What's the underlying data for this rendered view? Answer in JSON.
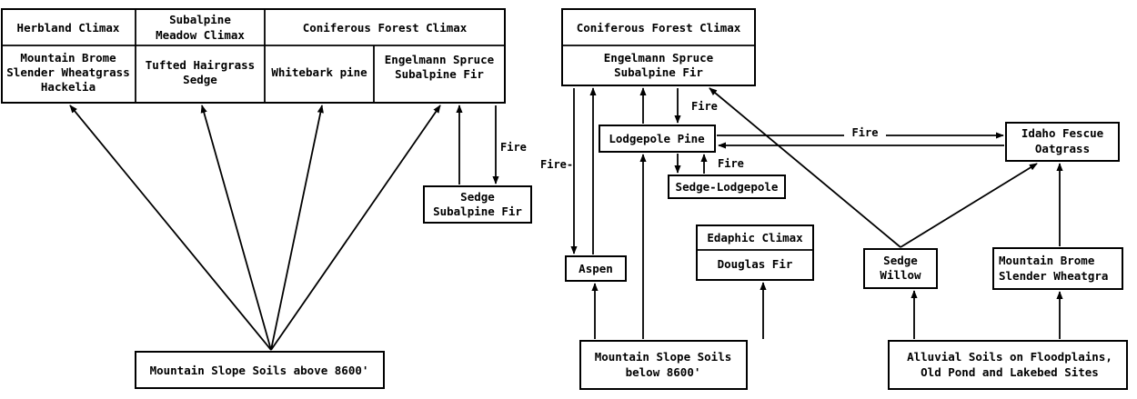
{
  "left_diagram": {
    "headers": {
      "herbland": "Herbland Climax",
      "subalpine_meadow": [
        "Subalpine",
        "Meadow Climax"
      ],
      "coniferous": "Coniferous Forest Climax"
    },
    "communities": {
      "brome": [
        "Mountain Brome",
        "Slender Wheatgrass",
        "Hackelia"
      ],
      "hairgrass": [
        "Tufted Hairgrass",
        "Sedge"
      ],
      "whitebark": "Whitebark pine",
      "spruce": [
        "Engelmann Spruce",
        "Subalpine Fir"
      ],
      "sedge_fir": [
        "Sedge",
        "Subalpine Fir"
      ]
    },
    "soil": "Mountain Slope Soils above 8600'",
    "fire_label": "Fire"
  },
  "right_diagram": {
    "header": "Coniferous Forest Climax",
    "spruce": [
      "Engelmann Spruce",
      "Subalpine Fir"
    ],
    "lodgepole": "Lodgepole Pine",
    "sedge_lodgepole": "Sedge-Lodgepole",
    "aspen": "Aspen",
    "edaphic_header": "Edaphic Climax",
    "douglas": "Douglas Fir",
    "sedge_willow": [
      "Sedge",
      "Willow"
    ],
    "idaho": [
      "Idaho Fescue",
      "Oatgrass"
    ],
    "brome": [
      "Mountain Brome",
      "Slender Wheatgra"
    ],
    "soil_slope": [
      "Mountain Slope Soils",
      "below 8600'"
    ],
    "soil_alluvial": [
      "Alluvial Soils on Floodplains,",
      "Old Pond and Lakebed Sites"
    ],
    "fire_labels": {
      "spruce_lodgepole": "Fire",
      "aspen": "Fire-",
      "sedge_lodgepole": "Fire",
      "lodgepole_idaho": "Fire"
    }
  }
}
